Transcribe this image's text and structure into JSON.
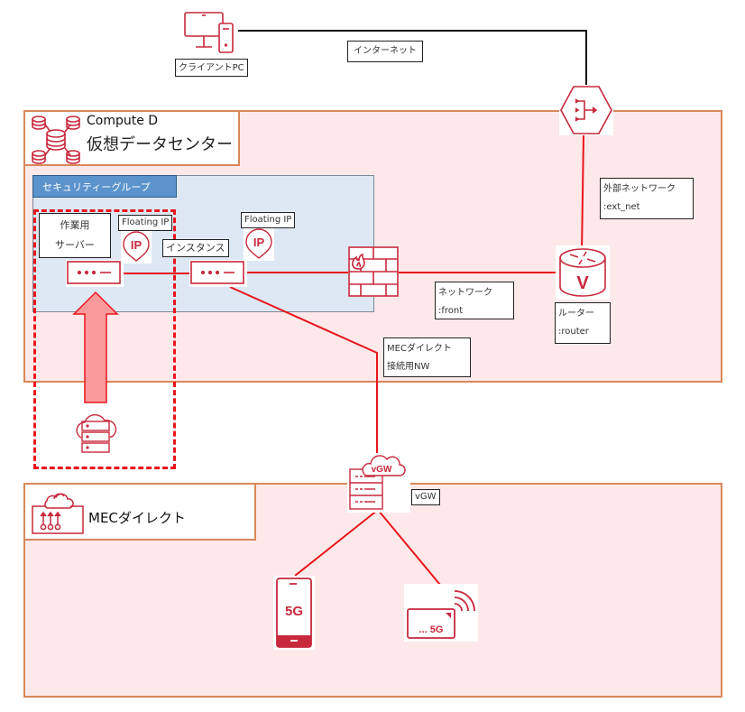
{
  "client": {
    "label": "クライアントPC"
  },
  "internet": {
    "label": "インターネット"
  },
  "datacenter": {
    "service": "Compute D",
    "title": "仮想データセンター"
  },
  "security_group": {
    "label": "セキュリティーグループ"
  },
  "work_server": {
    "line1": "作業用",
    "line2": "サーバー"
  },
  "floating_ip_1": {
    "label": "Floating IP",
    "icon_text": "IP"
  },
  "floating_ip_2": {
    "label": "Floating IP",
    "icon_text": "IP"
  },
  "instance": {
    "label": "インスタンス"
  },
  "network": {
    "line1": "ネットワーク",
    "line2": ":front"
  },
  "router": {
    "line1": "ルーター",
    "line2": ":router",
    "icon_text": "V"
  },
  "ext_network": {
    "line1": "外部ネットワーク",
    "line2": ":ext_net"
  },
  "mec_nw": {
    "line1": "MECダイレクト",
    "line2": "接続用NW"
  },
  "vgw": {
    "label": "vGW",
    "icon_text": "vGW"
  },
  "mec": {
    "title": "MECダイレクト"
  },
  "devices": {
    "phone_text": "5G",
    "router5g_text": "... 5G"
  },
  "colors": {
    "accent_red": "#c8283c",
    "line_red": "#e8151c",
    "region_fill": "#fde9ea",
    "region_border": "#d9885a",
    "security_group_fill": "#dde8f4",
    "security_group_tab": "#5b93cc"
  }
}
